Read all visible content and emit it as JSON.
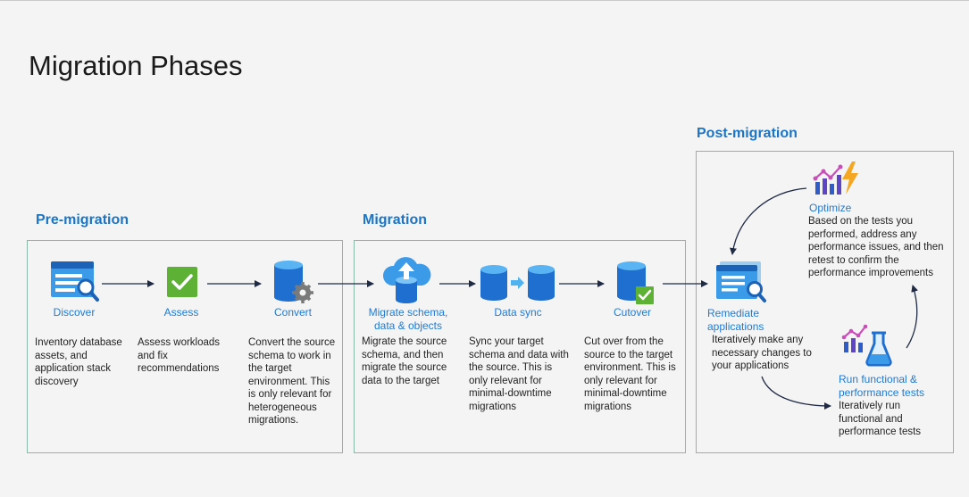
{
  "title": "Migration Phases",
  "sections": {
    "pre": "Pre-migration",
    "migration": "Migration",
    "post": "Post-migration"
  },
  "steps": {
    "discover": {
      "label": "Discover",
      "desc": "Inventory database assets, and application stack discovery"
    },
    "assess": {
      "label": "Assess",
      "desc": "Assess workloads and fix recommendations"
    },
    "convert": {
      "label": "Convert",
      "desc": "Convert the source schema to work in the target environment. This is only relevant for heterogeneous migrations."
    },
    "migrate": {
      "label": "Migrate schema, data & objects",
      "desc": "Migrate the source schema, and then migrate the source data to the target"
    },
    "sync": {
      "label": "Data sync",
      "desc": "Sync your target schema and data with the source. This is only relevant for minimal-downtime migrations"
    },
    "cutover": {
      "label": "Cutover",
      "desc": "Cut over from the source to the target environment. This is only relevant for minimal-downtime migrations"
    },
    "remediate": {
      "label": "Remediate applications",
      "desc": "Iteratively make any necessary changes to your applications"
    },
    "optimize": {
      "label": "Optimize",
      "desc": "Based on the tests you performed, address any performance issues, and then retest to confirm the performance improvements"
    },
    "test": {
      "label": "Run functional & performance tests",
      "desc": "Iteratively run functional and performance tests"
    }
  },
  "colors": {
    "accent": "#1b75c4",
    "box_border": "#88b8aa",
    "check_green": "#5db236",
    "arrow": "#1f2a44"
  },
  "icons": [
    "window-search-icon",
    "checkmark-icon",
    "database-gear-icon",
    "cloud-upload-icon",
    "database-sync-icon",
    "database-check-icon",
    "document-search-icon",
    "chart-bolt-icon",
    "chart-flask-icon"
  ]
}
